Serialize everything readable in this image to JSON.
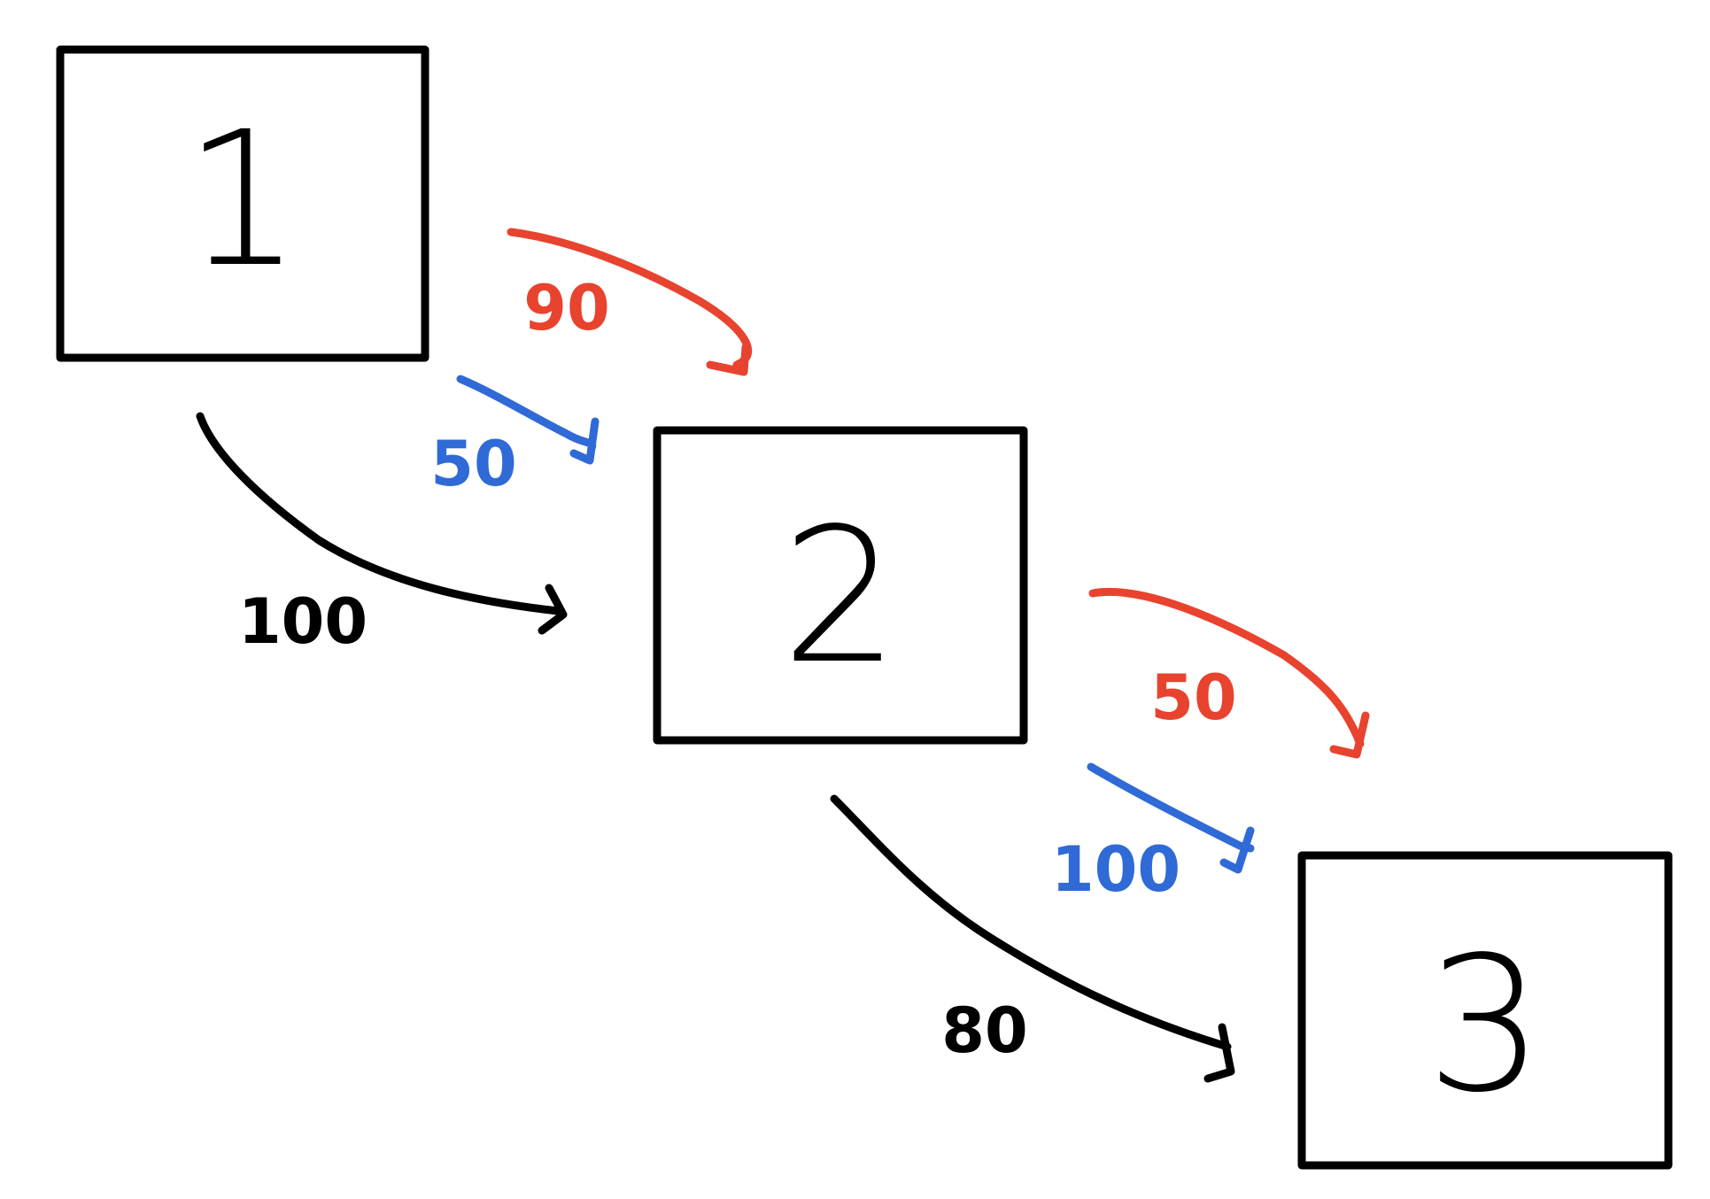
{
  "colors": {
    "ink": "#000000",
    "red": "#E8432E",
    "blue": "#2F6AD6"
  },
  "nodes": [
    {
      "id": "1",
      "label": "1"
    },
    {
      "id": "2",
      "label": "2"
    },
    {
      "id": "3",
      "label": "3"
    }
  ],
  "edges": [
    {
      "from": "1",
      "to": "2",
      "color": "red",
      "label": "90"
    },
    {
      "from": "1",
      "to": "2",
      "color": "blue",
      "label": "50"
    },
    {
      "from": "1",
      "to": "2",
      "color": "black",
      "label": "100"
    },
    {
      "from": "2",
      "to": "3",
      "color": "red",
      "label": "50"
    },
    {
      "from": "2",
      "to": "3",
      "color": "blue",
      "label": "100"
    },
    {
      "from": "2",
      "to": "3",
      "color": "black",
      "label": "80"
    }
  ]
}
